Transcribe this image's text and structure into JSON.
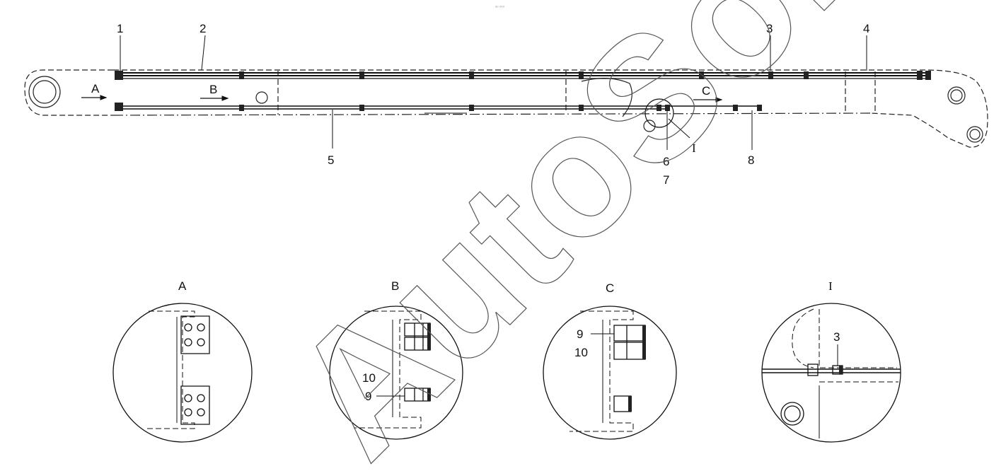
{
  "drawing": {
    "top_marker": "ᵃᵒ ᵒᵒᵒ",
    "watermark": "AutoSoft",
    "callouts": {
      "c1": "1",
      "c2": "2",
      "c3": "3",
      "c4": "4",
      "c5": "5",
      "c6": "6",
      "c7": "7",
      "c8": "8",
      "detail_ref": "I"
    },
    "view_arrows": {
      "a": "A",
      "b": "B",
      "c": "C"
    },
    "details": {
      "a": {
        "title": "A"
      },
      "b": {
        "title": "B",
        "n10": "10",
        "n9": "9"
      },
      "c": {
        "title": "C",
        "n9": "9",
        "n10": "10"
      },
      "i": {
        "title": "I",
        "n3": "3"
      }
    }
  }
}
